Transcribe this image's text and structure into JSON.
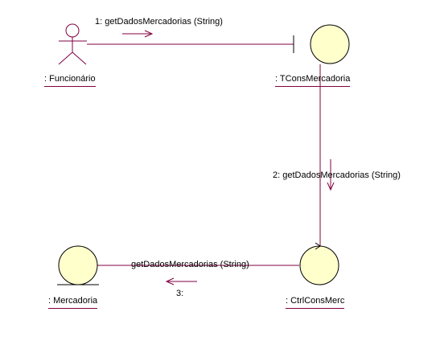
{
  "colors": {
    "line": "#800040",
    "fill": "#FFFFCC",
    "stroke": "#000000",
    "background": "#FFFFFF"
  },
  "objects": {
    "funcionario": ": Funcionário",
    "tcons": ": TConsMercadoria",
    "ctrl": ": CtrlConsMerc",
    "mercadoria": ": Mercadoria"
  },
  "messages": {
    "m1": "1: getDadosMercadorias (String)",
    "m2": "2: getDadosMercadorias (String)",
    "m3_name": "getDadosMercadorias (String)",
    "m3_num": "3:"
  },
  "icons": {
    "actor": "actor-stick-figure-icon",
    "boundary": "boundary-icon",
    "control": "control-icon",
    "entity": "entity-icon"
  }
}
